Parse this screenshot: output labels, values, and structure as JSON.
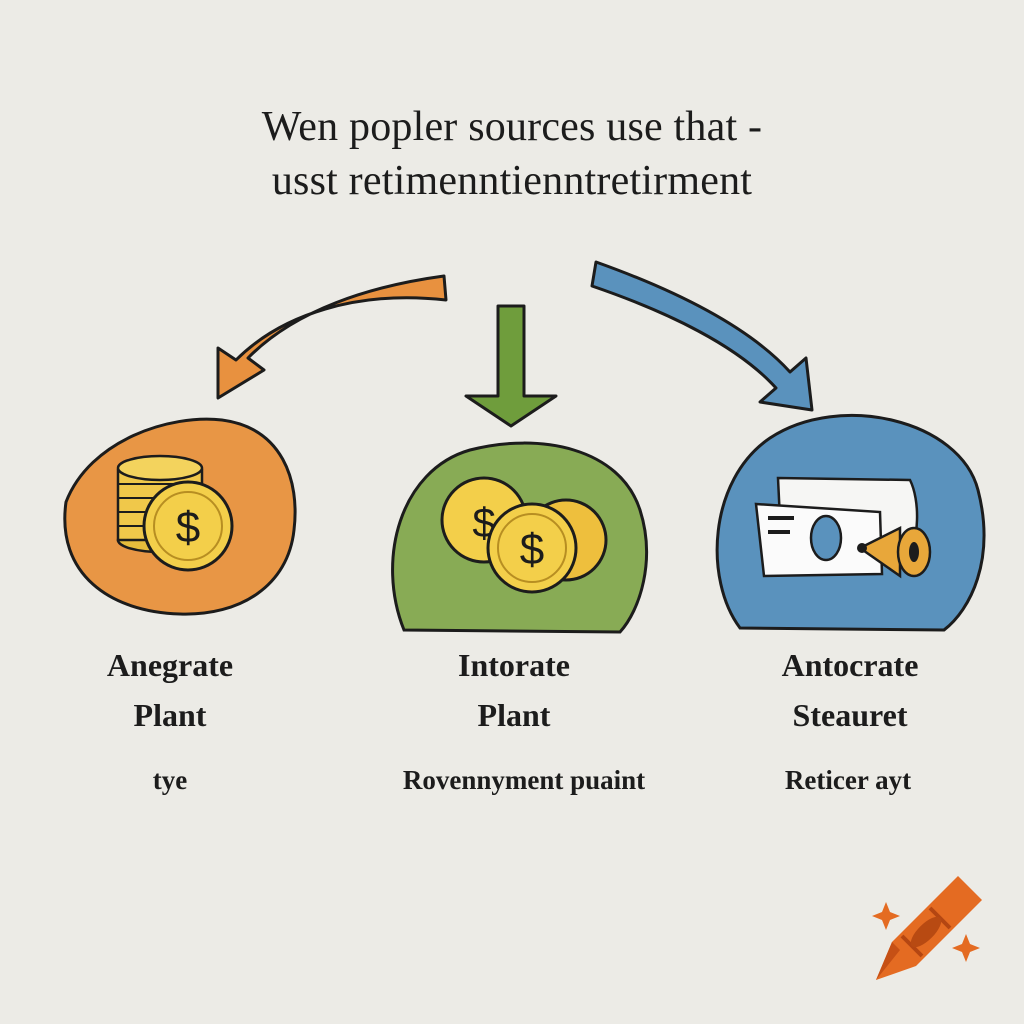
{
  "title": {
    "line1": "Wen popler sources use that -",
    "line2": "usst retimenntienntretirment"
  },
  "sources": [
    {
      "name_line1": "Anegrate",
      "name_line2": "Plant",
      "caption": "tye",
      "color": "#e89645",
      "arrow_color": "#e8913f",
      "icon": "coin-stack-icon"
    },
    {
      "name_line1": "Intorate",
      "name_line2": "Plant",
      "caption": "Rovennyment puaint",
      "color": "#88ab55",
      "arrow_color": "#6f9d3c",
      "icon": "coins-icon"
    },
    {
      "name_line1": "Antocrate",
      "name_line2": "Steauret",
      "caption": "Reticer ayt",
      "color": "#5a92bd",
      "arrow_color": "#5a92bd",
      "icon": "cash-bills-icon"
    }
  ],
  "decoration": {
    "icon": "crayon-icon",
    "color": "#e46b22"
  }
}
